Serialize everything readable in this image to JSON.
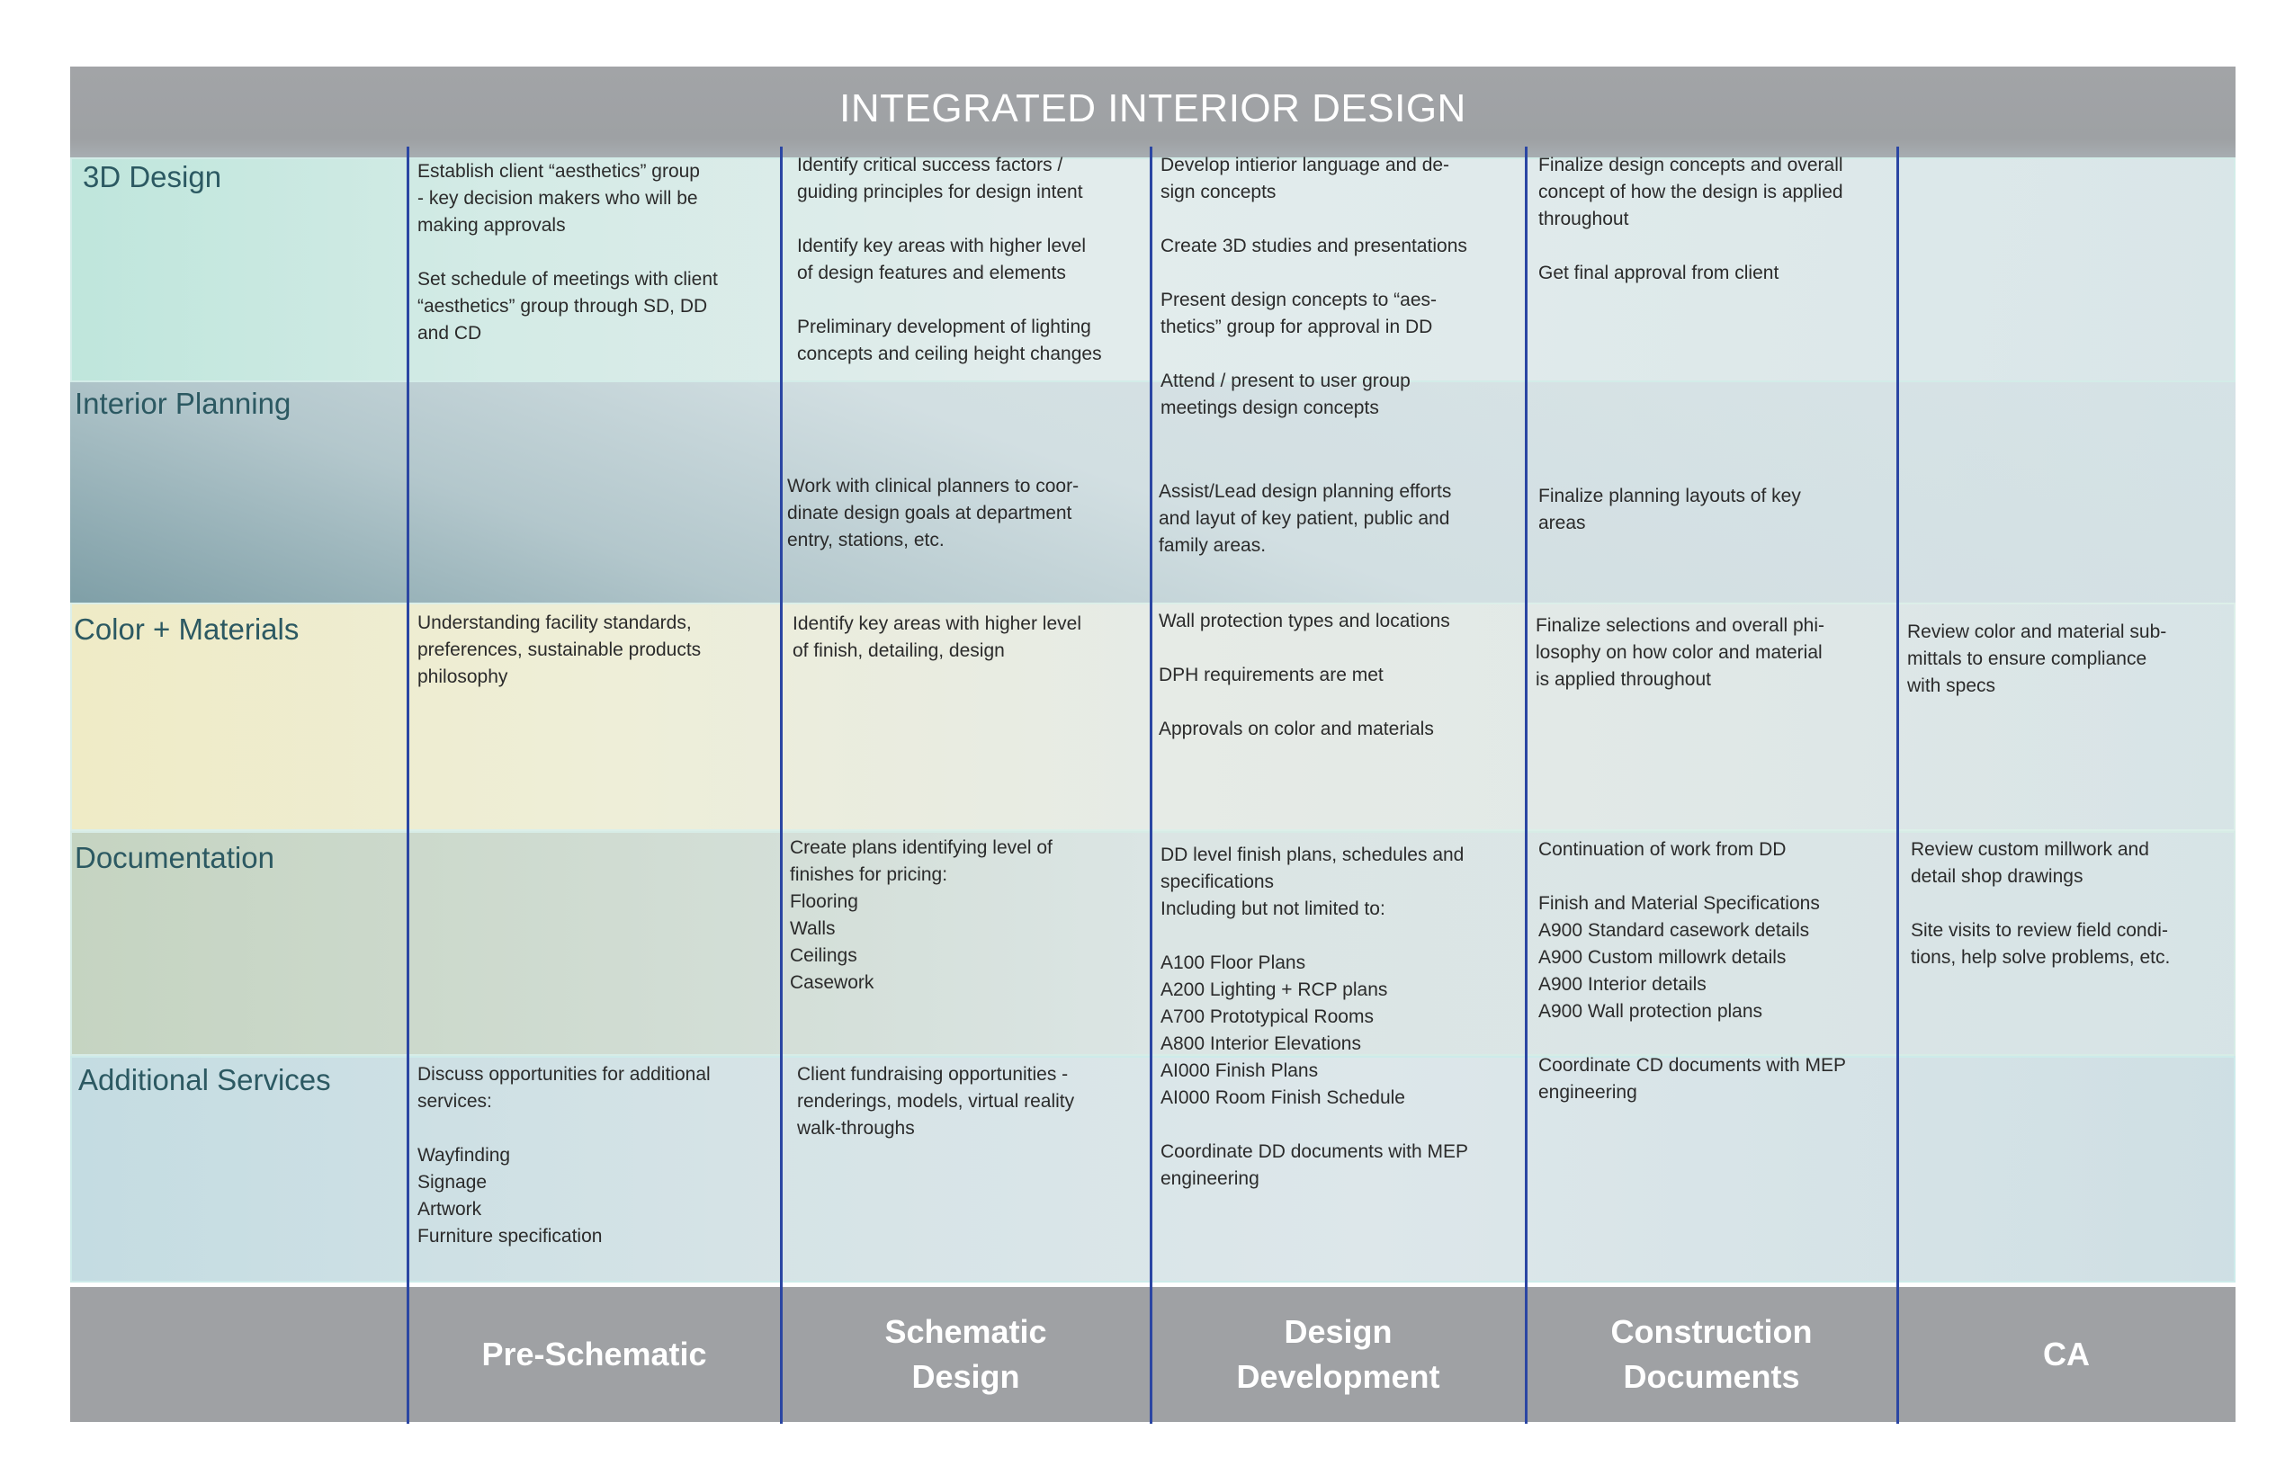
{
  "title": "INTEGRATED INTERIOR DESIGN",
  "colors": {
    "header": "#a0a2a5",
    "footer": "#9fa1a4",
    "divider": "#2b46a3",
    "row_label": "#2c5962"
  },
  "rows": [
    {
      "label": "3D Design"
    },
    {
      "label": "Interior Planning"
    },
    {
      "label": "Color + Materials"
    },
    {
      "label": "Documentation"
    },
    {
      "label": "Additional Services"
    }
  ],
  "phases": [
    "Pre-Schematic",
    "Schematic\nDesign",
    "Design\nDevelopment",
    "Construction\nDocuments",
    "CA"
  ],
  "cells": {
    "design3d": {
      "pre": "Establish client “aesthetics” group\n- key decision makers who will be\nmaking approvals\n\nSet schedule of meetings with client\n“aesthetics” group through SD, DD\nand CD",
      "sd": "Identify critical success factors /\nguiding principles for design intent\n\nIdentify key areas with higher level\nof design features and elements\n\nPreliminary development of lighting\nconcepts and ceiling height changes",
      "dd": "Develop intierior language and de-\nsign concepts\n\nCreate 3D studies and presentations\n\nPresent design concepts to “aes-\nthetics” group for approval in DD\n\nAttend / present to user group\nmeetings design concepts",
      "cd": "Finalize design concepts and overall\nconcept of how the design is applied\nthroughout\n\nGet final approval from client"
    },
    "planning": {
      "sd": "Work with clinical planners to coor-\ndinate design goals at department\nentry, stations, etc.",
      "dd": "Assist/Lead design planning efforts\nand layut of key patient, public and\nfamily areas.",
      "cd": "Finalize planning layouts of key\nareas"
    },
    "color": {
      "pre": "Understanding facility standards,\npreferences, sustainable products\nphilosophy",
      "sd": "Identify key areas with higher level\nof finish, detailing, design",
      "dd": "Wall protection types and locations\n\nDPH requirements are met\n\nApprovals on color and materials",
      "cd": "Finalize selections and overall phi-\nlosophy on how color and material\nis applied throughout",
      "ca": "Review color and material sub-\nmittals to ensure compliance\nwith specs"
    },
    "documentation": {
      "sd": "Create plans identifying level of\nfinishes for pricing:\nFlooring\nWalls\nCeilings\nCasework",
      "dd": "DD level finish plans, schedules and\nspecifications\nIncluding but not limited to:\n\nA100 Floor Plans\nA200 Lighting + RCP plans\nA700 Prototypical Rooms\nA800 Interior Elevations\nAI000 Finish Plans\nAI000 Room Finish Schedule\n\nCoordinate DD documents with MEP\nengineering",
      "cd": "Continuation of work from DD\n\nFinish and Material Specifications\nA900 Standard casework details\nA900 Custom millowrk details\nA900 Interior details\nA900 Wall protection plans\n\nCoordinate CD documents with MEP\nengineering",
      "ca": "Review custom millwork and\ndetail shop drawings\n\nSite visits to review field condi-\ntions, help solve problems, etc."
    },
    "additional": {
      "pre": "Discuss opportunities for additional\nservices:\n\nWayfinding\nSignage\nArtwork\nFurniture specification",
      "sd": "Client fundraising opportunities -\nrenderings, models, virtual reality\nwalk-throughs"
    }
  }
}
